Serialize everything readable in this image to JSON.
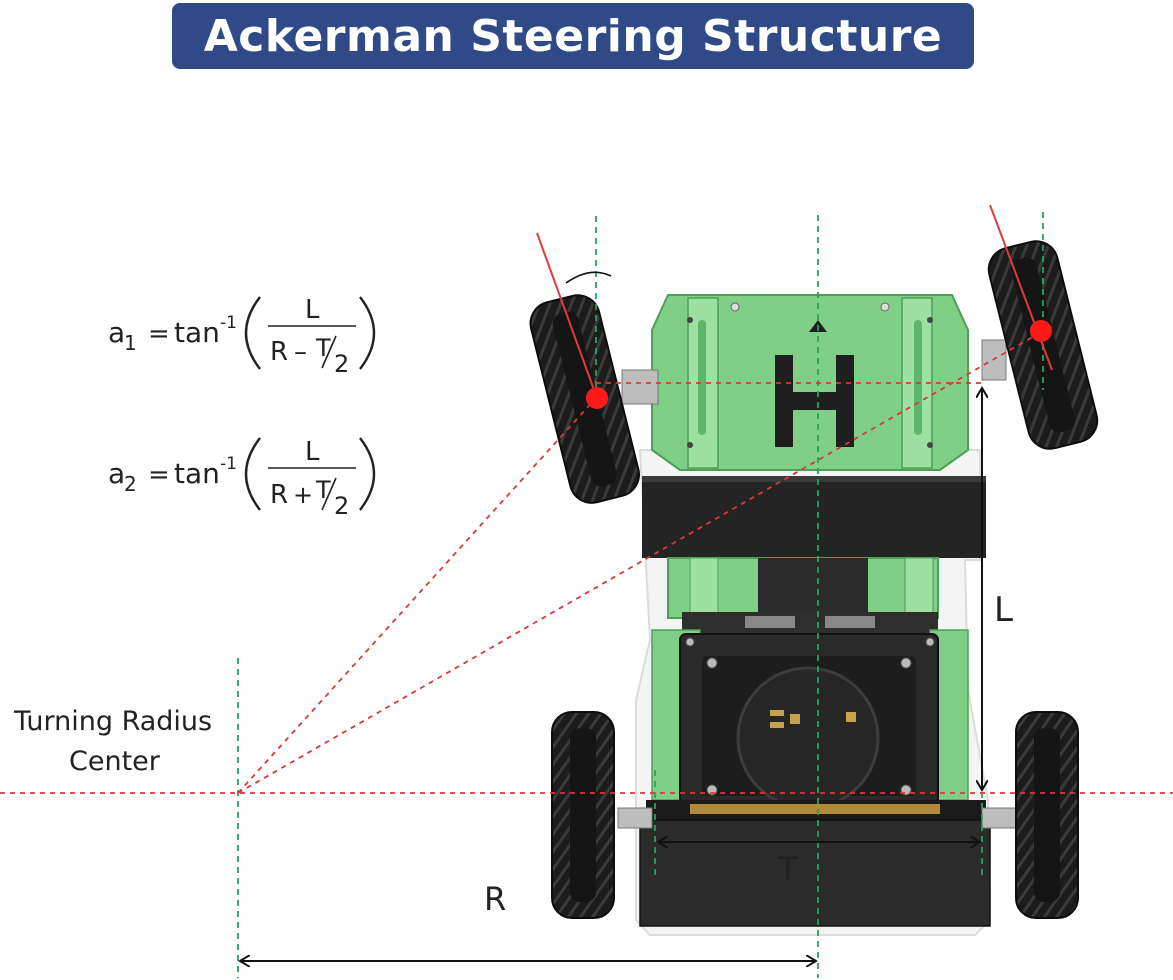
{
  "title": "Ackerman Steering Structure",
  "labels": {
    "center_line1": "Turning Radius",
    "center_line2": "Center",
    "R": "R",
    "T": "T",
    "L": "L"
  },
  "formulas": [
    {
      "lhs": "a",
      "sub": "1",
      "eq": "=",
      "fn": "tan",
      "sup": "-1",
      "num": "L",
      "den_left": "R",
      "op": "–",
      "frac_num": "T",
      "frac_den": "2"
    },
    {
      "lhs": "a",
      "sub": "2",
      "eq": "=",
      "fn": "tan",
      "sup": "-1",
      "num": "L",
      "den_left": "R",
      "op": "+",
      "frac_num": "T",
      "frac_den": "2"
    }
  ],
  "colors": {
    "banner": "#2f4a86",
    "chassis_green": "#7fcf86",
    "guide_green": "#27a35a",
    "guide_red": "#d63a3a",
    "pivot_red": "#ff1a1a",
    "tire": "#1c1c1c"
  },
  "icons": [
    "car-chassis-icon",
    "wheel-icon",
    "pivot-dot-icon",
    "h-logo-icon"
  ]
}
